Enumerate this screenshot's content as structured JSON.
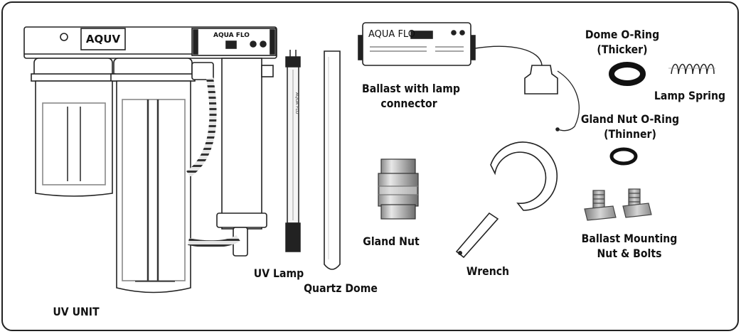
{
  "unit": {
    "logo": "AQUV",
    "head_brand": "AQUA FLO",
    "label": "UV UNIT"
  },
  "uv_lamp": {
    "label": "UV Lamp",
    "tube_text": "AQUA FLO"
  },
  "quartz_dome": {
    "label": "Quartz Dome"
  },
  "ballast": {
    "brand": "AQUA FLO",
    "label_line1": "Ballast with lamp",
    "label_line2": "connector"
  },
  "gland_nut": {
    "label": "Gland Nut"
  },
  "wrench": {
    "label": "Wrench"
  },
  "dome_oring": {
    "label_line1": "Dome O-Ring",
    "label_line2": "(Thicker)"
  },
  "lamp_spring": {
    "label": "Lamp Spring"
  },
  "gland_oring": {
    "label_line1": "Gland Nut O-Ring",
    "label_line2": "(Thinner)"
  },
  "bolts": {
    "label_line1": "Ballast Mounting",
    "label_line2": "Nut & Bolts"
  }
}
